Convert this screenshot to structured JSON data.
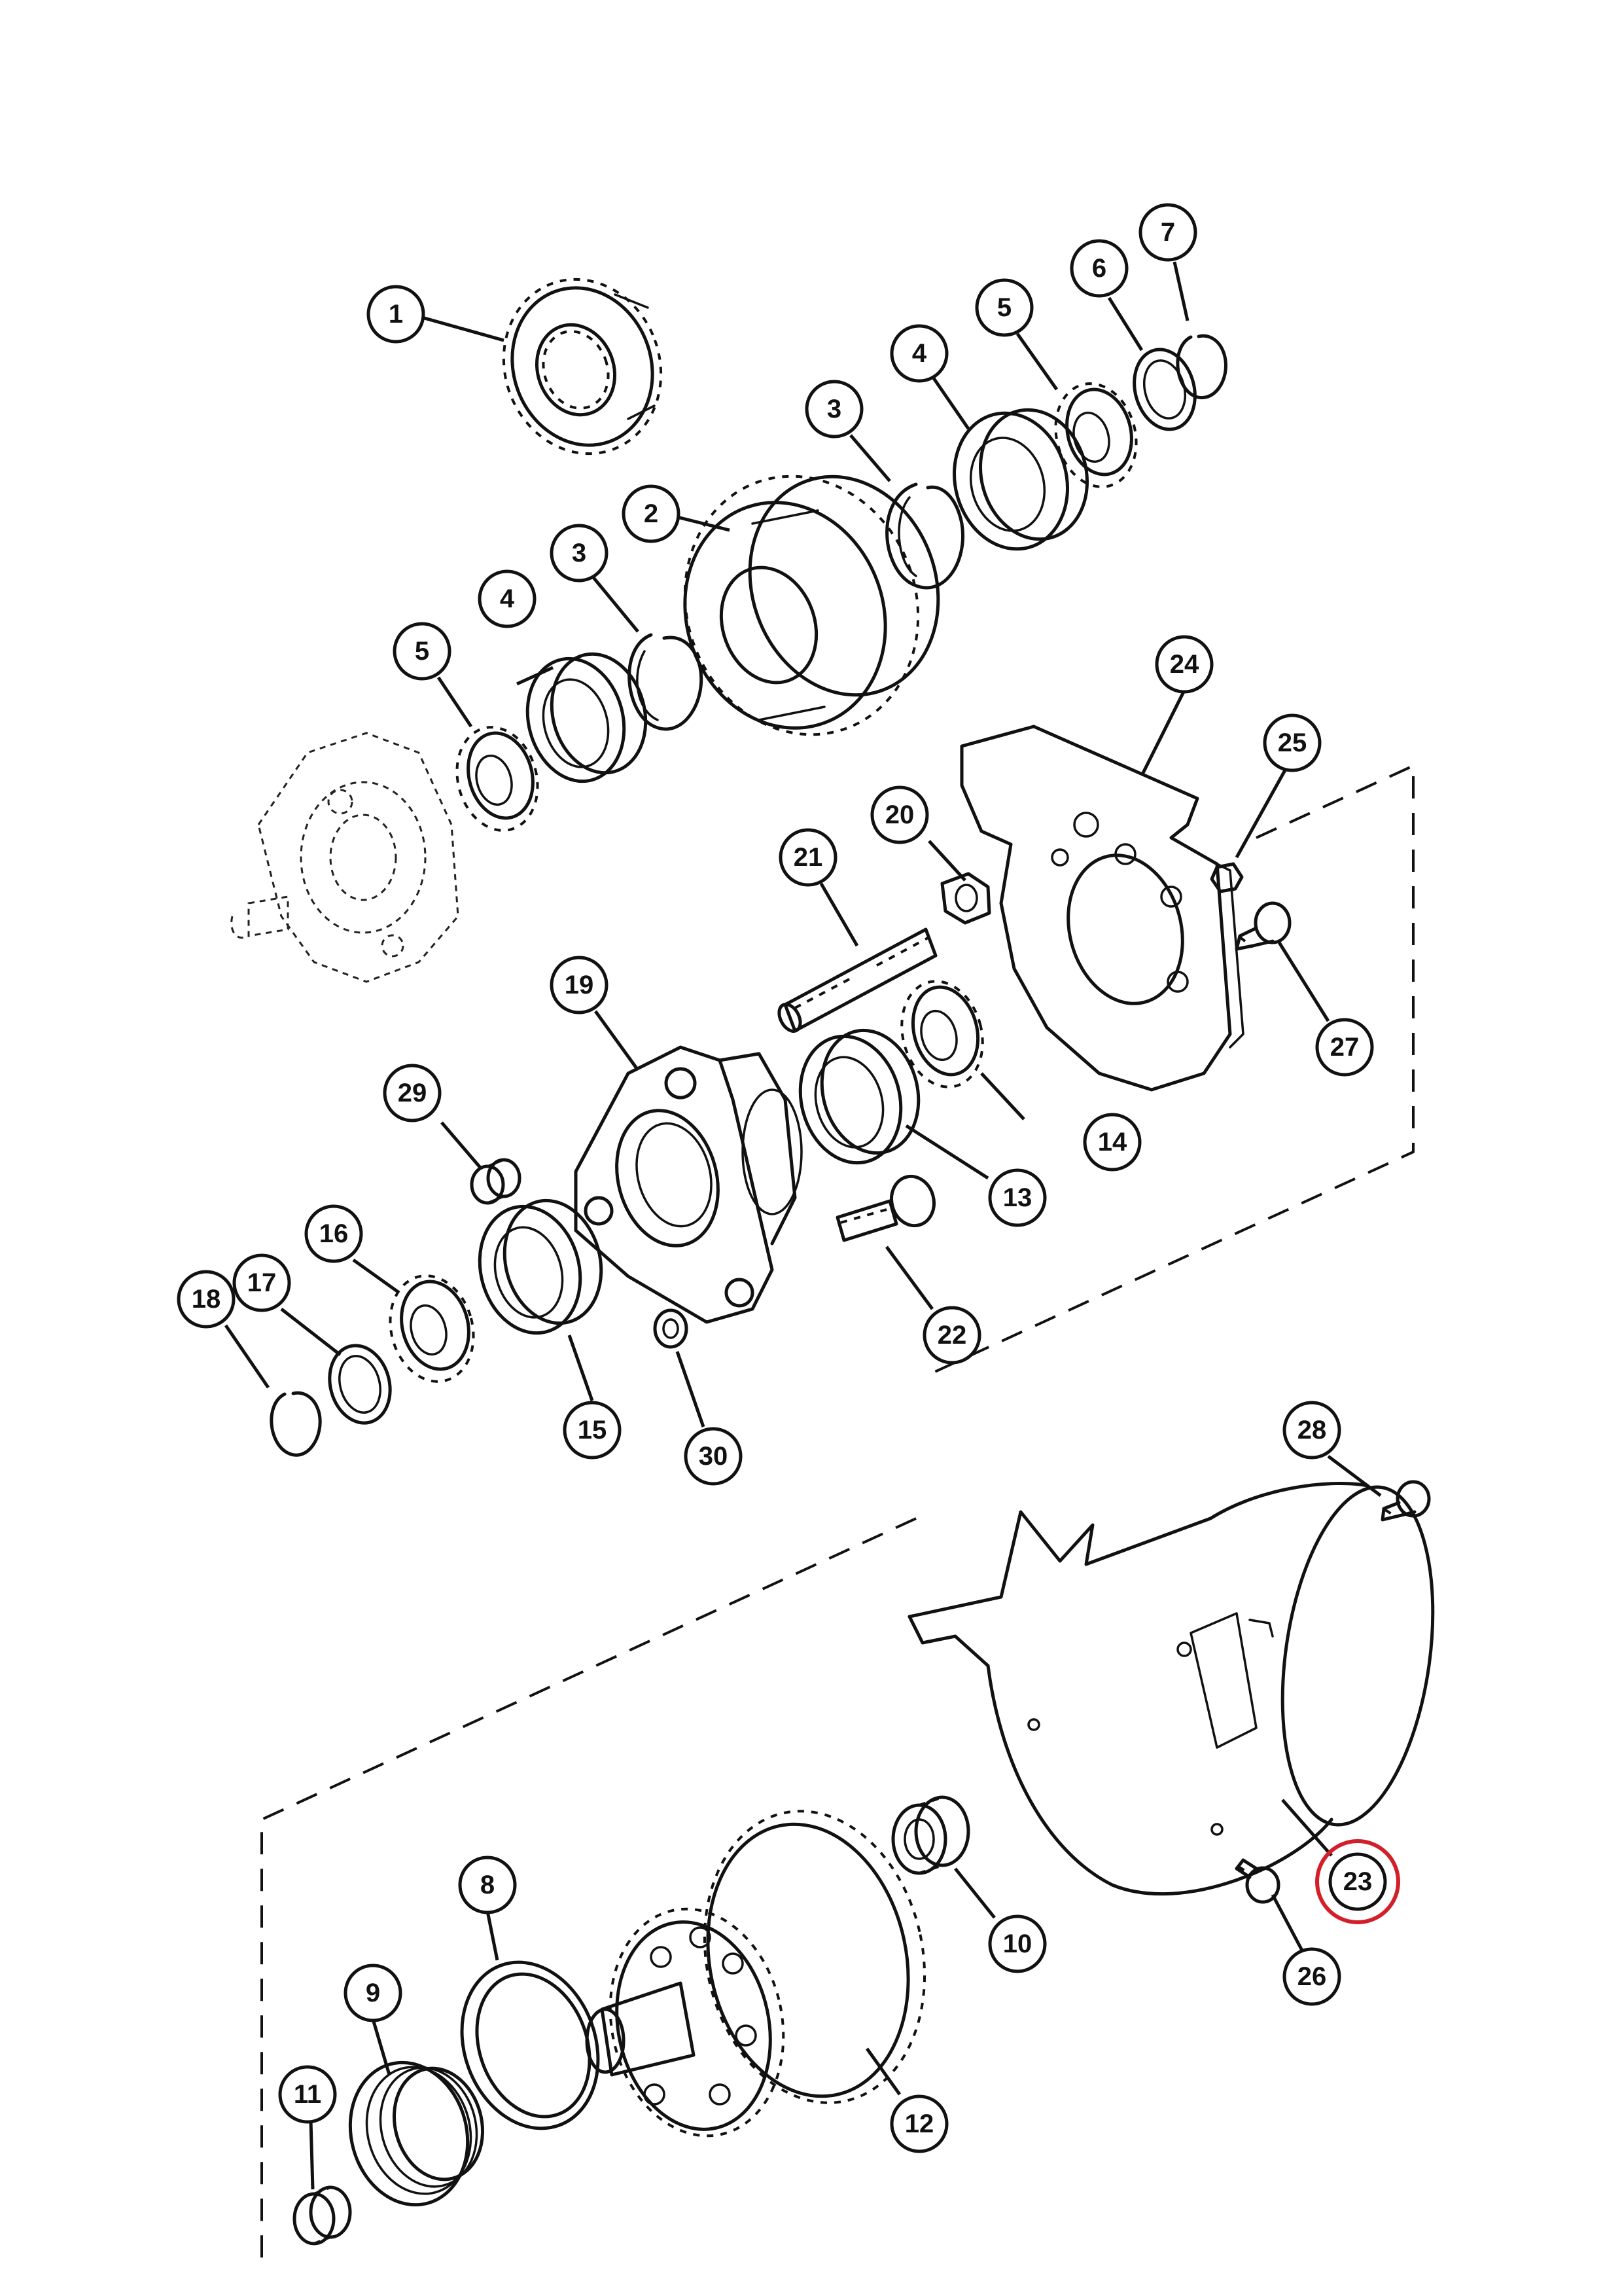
{
  "callouts": [
    {
      "id": "c1",
      "label": "1"
    },
    {
      "id": "c2",
      "label": "2"
    },
    {
      "id": "c3a",
      "label": "3"
    },
    {
      "id": "c3b",
      "label": "3"
    },
    {
      "id": "c4a",
      "label": "4"
    },
    {
      "id": "c4b",
      "label": "4"
    },
    {
      "id": "c5a",
      "label": "5"
    },
    {
      "id": "c5b",
      "label": "5"
    },
    {
      "id": "c6",
      "label": "6"
    },
    {
      "id": "c7",
      "label": "7"
    },
    {
      "id": "c8",
      "label": "8"
    },
    {
      "id": "c9",
      "label": "9"
    },
    {
      "id": "c10",
      "label": "10"
    },
    {
      "id": "c11",
      "label": "11"
    },
    {
      "id": "c12",
      "label": "12"
    },
    {
      "id": "c13",
      "label": "13"
    },
    {
      "id": "c14",
      "label": "14"
    },
    {
      "id": "c15",
      "label": "15"
    },
    {
      "id": "c16",
      "label": "16"
    },
    {
      "id": "c17",
      "label": "17"
    },
    {
      "id": "c18",
      "label": "18"
    },
    {
      "id": "c19",
      "label": "19"
    },
    {
      "id": "c20",
      "label": "20"
    },
    {
      "id": "c21",
      "label": "21"
    },
    {
      "id": "c22",
      "label": "22"
    },
    {
      "id": "c23",
      "label": "23"
    },
    {
      "id": "c24",
      "label": "24"
    },
    {
      "id": "c25",
      "label": "25"
    },
    {
      "id": "c26",
      "label": "26"
    },
    {
      "id": "c27",
      "label": "27"
    },
    {
      "id": "c28",
      "label": "28"
    },
    {
      "id": "c29",
      "label": "29"
    },
    {
      "id": "c30",
      "label": "30"
    }
  ],
  "highlight": {
    "callout": "23",
    "color": "#d21f2a"
  }
}
